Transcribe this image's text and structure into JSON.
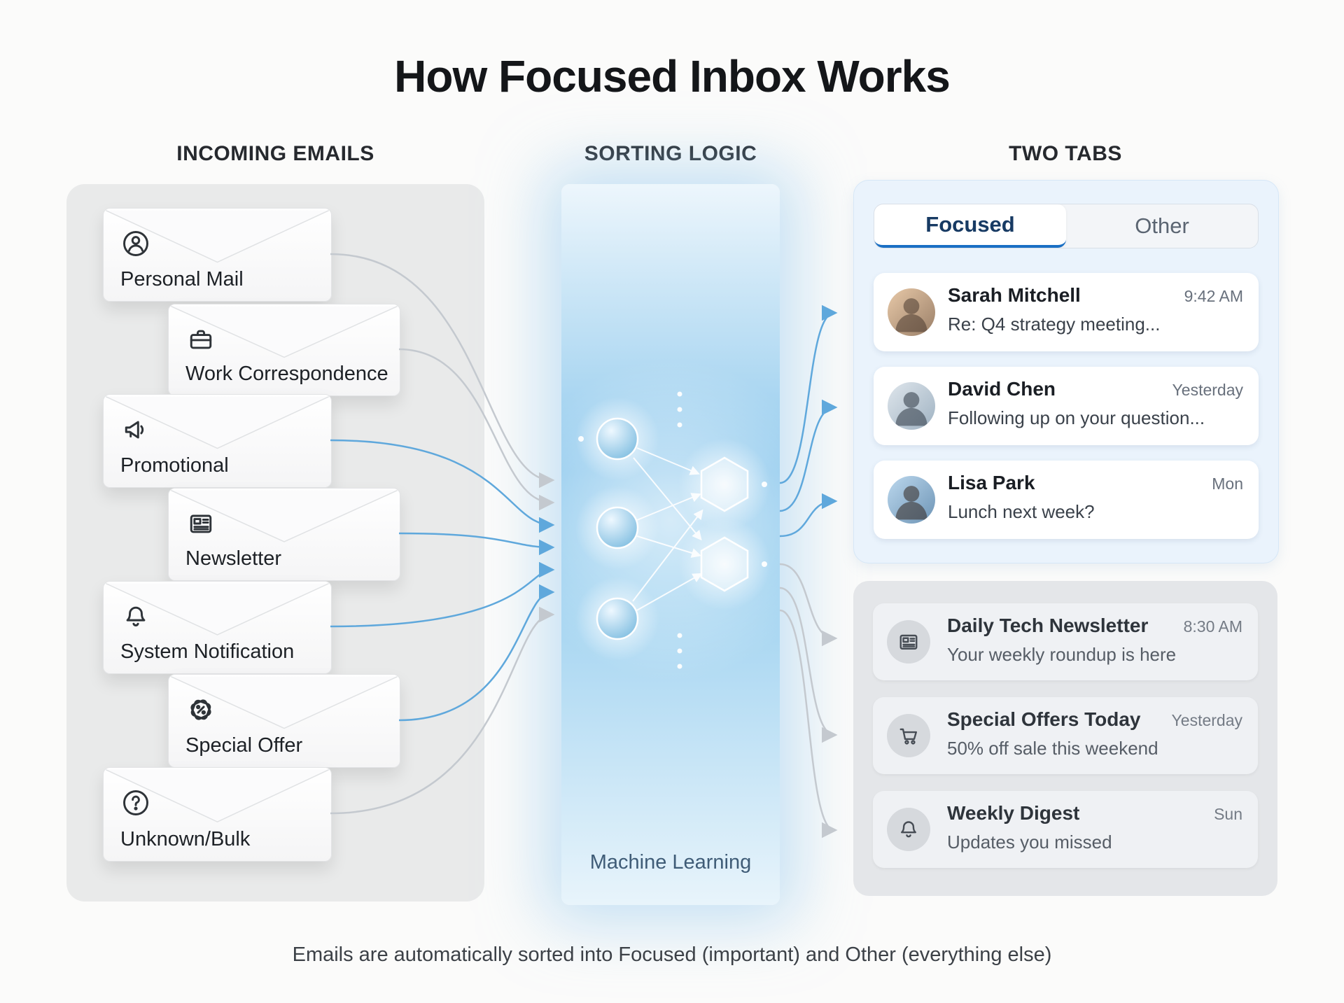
{
  "title": "How Focused Inbox Works",
  "caption": "Emails are automatically sorted into Focused (important) and Other (everything else)",
  "columns": {
    "incoming": {
      "header": "INCOMING EMAILS"
    },
    "sorting": {
      "header": "SORTING LOGIC",
      "label": "Machine Learning"
    },
    "two_tabs": {
      "header": "TWO TABS"
    }
  },
  "incoming_emails": [
    {
      "label": "Personal Mail",
      "icon": "person-icon"
    },
    {
      "label": "Work Correspondence",
      "icon": "briefcase-icon"
    },
    {
      "label": "Promotional",
      "icon": "megaphone-icon"
    },
    {
      "label": "Newsletter",
      "icon": "newspaper-icon"
    },
    {
      "label": "System Notification",
      "icon": "bell-icon"
    },
    {
      "label": "Special Offer",
      "icon": "discount-badge-icon"
    },
    {
      "label": "Unknown/Bulk",
      "icon": "question-icon"
    }
  ],
  "tabs": [
    {
      "label": "Focused",
      "active": true
    },
    {
      "label": "Other",
      "active": false
    }
  ],
  "focused_emails": [
    {
      "sender": "Sarah Mitchell",
      "time": "9:42 AM",
      "subject": "Re: Q4 strategy meeting..."
    },
    {
      "sender": "David Chen",
      "time": "Yesterday",
      "subject": "Following up on your question..."
    },
    {
      "sender": "Lisa Park",
      "time": "Mon",
      "subject": "Lunch next week?"
    }
  ],
  "other_emails": [
    {
      "sender": "Daily Tech Newsletter",
      "time": "8:30 AM",
      "subject": "Your weekly roundup is here",
      "icon": "newspaper-icon"
    },
    {
      "sender": "Special Offers Today",
      "time": "Yesterday",
      "subject": "50% off sale this weekend",
      "icon": "cart-icon"
    },
    {
      "sender": "Weekly Digest",
      "time": "Sun",
      "subject": "Updates you missed",
      "icon": "bell-icon"
    }
  ],
  "colors": {
    "accent_blue": "#1a6fc4",
    "band_blue": "#93cbee",
    "focused_panel": "#eaf3fc",
    "other_panel": "#e4e6e9",
    "arrow_blue": "#5fa8dc",
    "arrow_gray": "#c4c9cf"
  }
}
